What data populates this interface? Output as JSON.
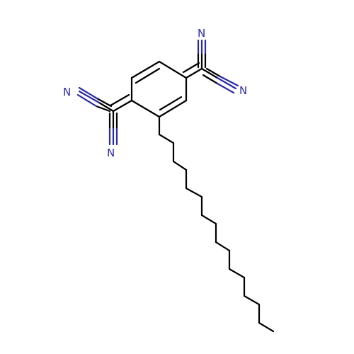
{
  "atom_labels": {
    "n1": "N",
    "n2": "N",
    "n3": "N",
    "n4": "N"
  },
  "colors": {
    "bond": "#000000",
    "nitrogen": "#2a2aa8",
    "background": "#ffffff"
  }
}
